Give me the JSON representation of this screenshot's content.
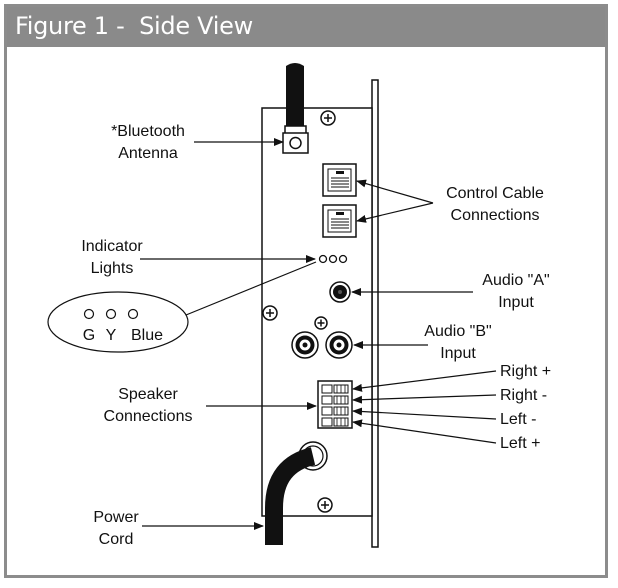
{
  "figure": {
    "title": "Figure 1 -  Side View"
  },
  "labels": {
    "bluetooth_line1": "*Bluetooth",
    "bluetooth_line2": "Antenna",
    "control_line1": "Control Cable",
    "control_line2": "Connections",
    "indicator_line1": "Indicator",
    "indicator_line2": "Lights",
    "audio_a_line1": "Audio \"A\"",
    "audio_a_line2": "Input",
    "audio_b_line1": "Audio \"B\"",
    "audio_b_line2": "Input",
    "right_plus": "Right +",
    "right_minus": "Right -",
    "left_minus": "Left -",
    "left_plus": "Left +",
    "speaker_line1": "Speaker",
    "speaker_line2": "Connections",
    "power_line1": "Power",
    "power_line2": "Cord"
  },
  "lights_callout": {
    "g": "G",
    "y": "Y",
    "blue": "Blue"
  }
}
